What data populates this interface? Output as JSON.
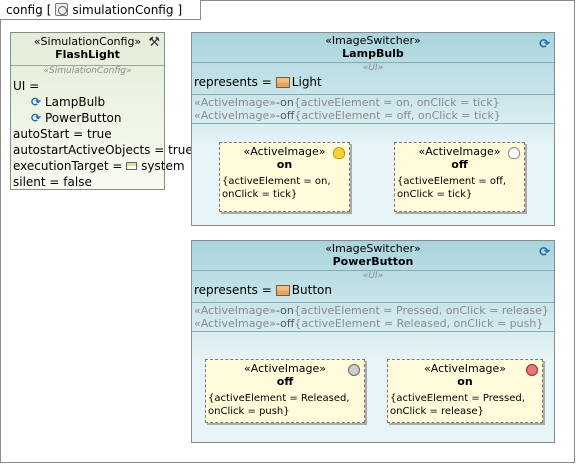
{
  "frame": {
    "kind": "config",
    "name": "simulationConfig",
    "bracket_open": "[",
    "bracket_close": "]"
  },
  "sim": {
    "stereotype": "«SimulationConfig»",
    "name": "FlashLight",
    "sub_stereotype": "«SimulationConfig»",
    "ui_label": "UI =",
    "ui_items": [
      "LampBulb",
      "PowerButton"
    ],
    "props": [
      "autoStart = true",
      "autostartActiveObjects = true"
    ],
    "exec_label": "executionTarget =",
    "exec_value": "system",
    "silent": "silent = false"
  },
  "lamp": {
    "stereotype": "«ImageSwitcher»",
    "name": "LampBulb",
    "sub": "«UI»",
    "rep_label": "represents =",
    "rep_value": "Light",
    "ops": [
      {
        "st": "«ActiveImage»",
        "blk": "-on",
        "c": "{activeElement = on, onClick = tick}"
      },
      {
        "st": "«ActiveImage»",
        "blk": "-off",
        "c": "{activeElement = off, onClick = tick}"
      }
    ],
    "images": [
      {
        "st": "«ActiveImage»",
        "nm": "on",
        "c1": "{activeElement = on,",
        "c2": "onClick = tick}"
      },
      {
        "st": "«ActiveImage»",
        "nm": "off",
        "c1": "{activeElement = off,",
        "c2": "onClick = tick}"
      }
    ]
  },
  "power": {
    "stereotype": "«ImageSwitcher»",
    "name": "PowerButton",
    "sub": "«UI»",
    "rep_label": "represents =",
    "rep_value": "Button",
    "ops": [
      {
        "st": "«ActiveImage»",
        "blk": "-on",
        "c": "{activeElement = Pressed, onClick = release}"
      },
      {
        "st": "«ActiveImage»",
        "blk": "-off",
        "c": "{activeElement = Released, onClick = push}"
      }
    ],
    "images": [
      {
        "st": "«ActiveImage»",
        "nm": "off",
        "c1": "{activeElement = Released,",
        "c2": "onClick = push}"
      },
      {
        "st": "«ActiveImage»",
        "nm": "on",
        "c1": "{activeElement = Pressed,",
        "c2": "onClick = release}"
      }
    ]
  }
}
